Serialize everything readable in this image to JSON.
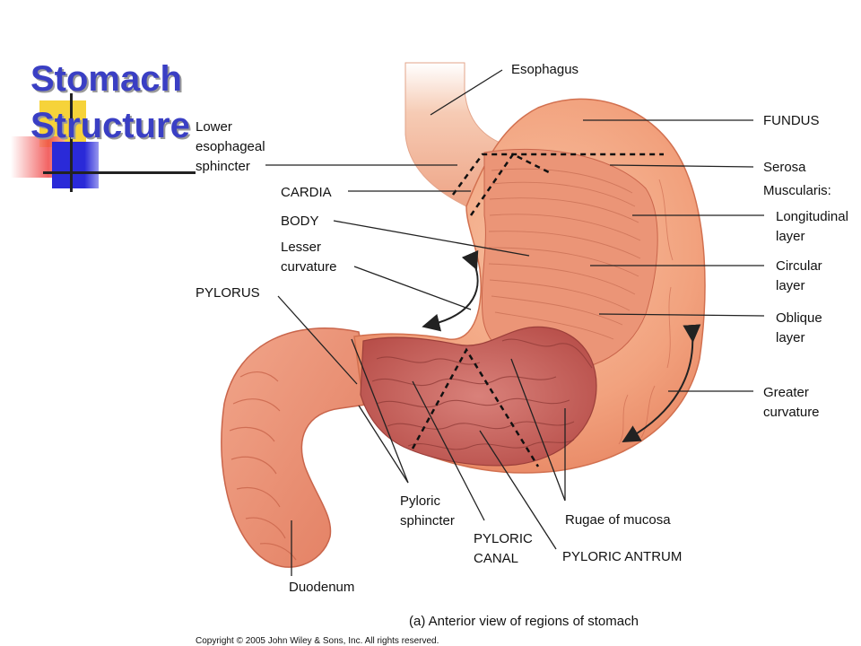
{
  "slide": {
    "title_line1": "Stomach",
    "title_line2": "Structure"
  },
  "figure": {
    "labels": {
      "esophagus": "Esophagus",
      "fundus": "FUNDUS",
      "lower_es_1": "Lower",
      "lower_es_2": "esophageal",
      "lower_es_3": "sphincter",
      "serosa": "Serosa",
      "cardia": "CARDIA",
      "muscularis": "Muscularis:",
      "body": "BODY",
      "longitudinal_1": "Longitudinal",
      "longitudinal_2": "layer",
      "lesser_1": "Lesser",
      "lesser_2": "curvature",
      "circular_1": "Circular",
      "circular_2": "layer",
      "pylorus": "PYLORUS",
      "oblique_1": "Oblique",
      "oblique_2": "layer",
      "greater_1": "Greater",
      "greater_2": "curvature",
      "pyloric_sph_1": "Pyloric",
      "pyloric_sph_2": "sphincter",
      "rugae": "Rugae of mucosa",
      "pyloric_canal_1": "PYLORIC",
      "pyloric_canal_2": "CANAL",
      "pyloric_antrum": "PYLORIC ANTRUM",
      "duodenum": "Duodenum"
    },
    "caption": "(a) Anterior view of regions of stomach",
    "copyright": "Copyright © 2005 John Wiley & Sons, Inc.  All rights reserved."
  },
  "colors": {
    "title": "#3a3fc4",
    "deco_yellow": "#f6d33a",
    "deco_red": "#f04848",
    "deco_blue": "#2a2ad8",
    "stomach_outer": "#f2a27e",
    "stomach_inner": "#e07f60",
    "mucosa": "#c95f57"
  }
}
